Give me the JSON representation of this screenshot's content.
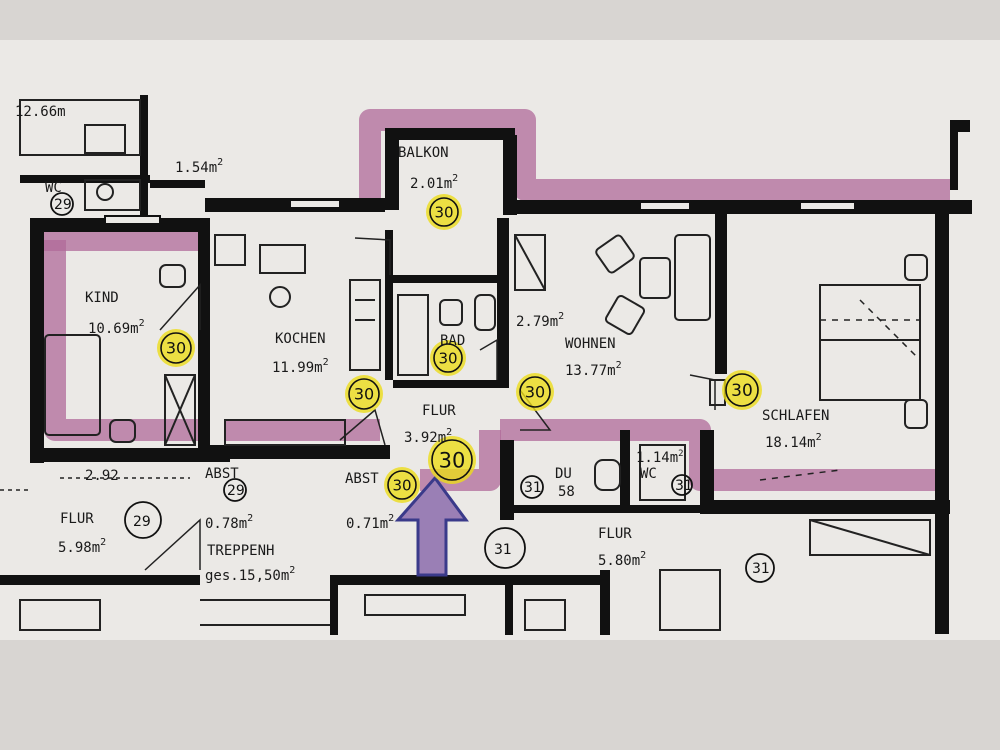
{
  "plan": {
    "colors": {
      "paper": "#ebe9e6",
      "wall": "#111111",
      "apartment_highlight": "#b06a9a",
      "marker": "#ecdc1a",
      "arrow": "#5a4a9a"
    },
    "rooms": {
      "kind": {
        "name": "KIND",
        "area": "10.69m",
        "sup": "2",
        "unit": "30"
      },
      "kochen": {
        "name": "KOCHEN",
        "area": "11.99m",
        "sup": "2",
        "unit": "30"
      },
      "bad": {
        "name": "BAD",
        "unit": "30"
      },
      "balkon": {
        "name": "BALKON",
        "area": "2.01m",
        "sup": "2",
        "unit": "30"
      },
      "wohnen": {
        "name": "WOHNEN",
        "area": "13.77m",
        "sup": "2",
        "extra_area": "2.79m",
        "extra_sup": "2",
        "unit": "30"
      },
      "schlafen": {
        "name": "SCHLAFEN",
        "area": "18.14m",
        "sup": "2",
        "unit": "30"
      },
      "flur_30": {
        "name": "FLUR",
        "area": "3.92m",
        "sup": "2",
        "unit": "30"
      },
      "abst_30": {
        "name": "ABST",
        "area": "0.71m",
        "sup": "2",
        "unit": "30"
      },
      "abst_29": {
        "name": "ABST",
        "area": "0.78m",
        "sup": "2",
        "unit": "29"
      },
      "treppenhaus": {
        "name": "TREPPENH",
        "total": "ges.15,50m",
        "sup": "2"
      },
      "flur_29": {
        "name": "FLUR",
        "area": "5.98m",
        "sup": "2",
        "unit": "29",
        "dim": "2.92"
      },
      "wc_29": {
        "name": "WC",
        "unit": "29"
      },
      "top_area": "12.66m",
      "top_small": "1.54m",
      "du_31": {
        "name": "DU",
        "area": "58",
        "unit": "31"
      },
      "wc_31": {
        "name": "WC",
        "area": "1.14m",
        "sup": "2",
        "unit": "31"
      },
      "flur_31": {
        "name": "FLUR",
        "area": "5.80m",
        "sup": "2",
        "unit": "31"
      }
    }
  }
}
